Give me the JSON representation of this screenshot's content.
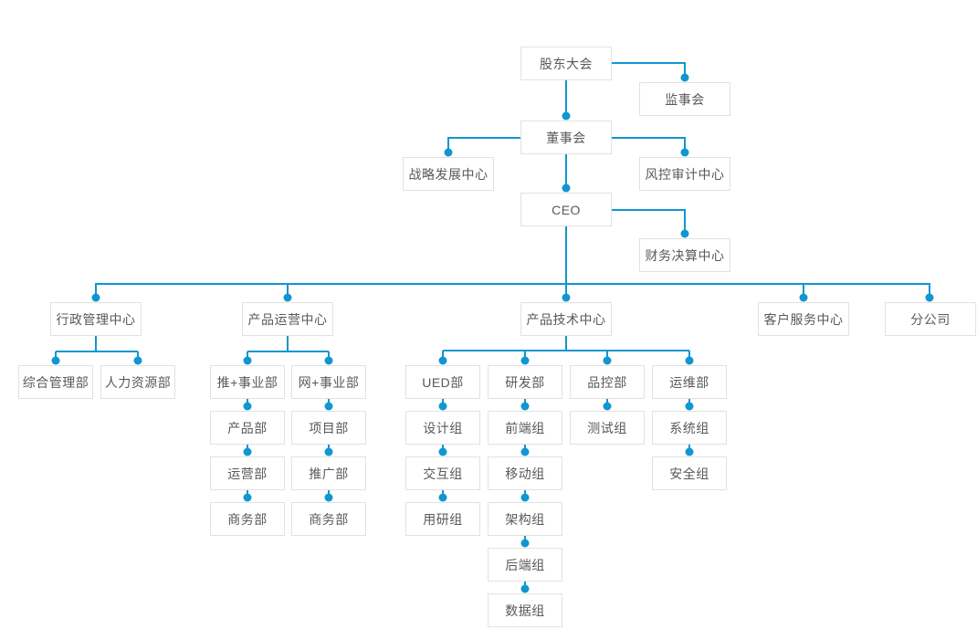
{
  "colors": {
    "accent": "#1096d0",
    "node_border": "#e2e2e2",
    "node_text": "#595959",
    "background": "#ffffff"
  },
  "nodes": {
    "shareholders_meeting": {
      "label": "股东大会"
    },
    "supervisory_board": {
      "label": "监事会"
    },
    "board_of_directors": {
      "label": "董事会"
    },
    "strategy_center": {
      "label": "战略发展中心"
    },
    "risk_audit_center": {
      "label": "风控审计中心"
    },
    "ceo": {
      "label": "CEO"
    },
    "finance_center": {
      "label": "财务决算中心"
    },
    "admin_center": {
      "label": "行政管理中心"
    },
    "product_ops_center": {
      "label": "产品运营中心"
    },
    "product_tech_center": {
      "label": "产品技术中心"
    },
    "customer_service_center": {
      "label": "客户服务中心"
    },
    "branch_company": {
      "label": "分公司"
    },
    "general_mgmt_dept": {
      "label": "综合管理部"
    },
    "hr_dept": {
      "label": "人力资源部"
    },
    "tui_division": {
      "label": "推+事业部"
    },
    "wang_division": {
      "label": "网+事业部"
    },
    "product_dept": {
      "label": "产品部"
    },
    "project_dept": {
      "label": "项目部"
    },
    "operation_dept": {
      "label": "运营部"
    },
    "promotion_dept": {
      "label": "推广部"
    },
    "business_dept_1": {
      "label": "商务部"
    },
    "business_dept_2": {
      "label": "商务部"
    },
    "ued_dept": {
      "label": "UED部"
    },
    "design_team": {
      "label": "设计组"
    },
    "interaction_team": {
      "label": "交互组"
    },
    "user_research_team": {
      "label": "用研组"
    },
    "rd_dept": {
      "label": "研发部"
    },
    "frontend_team": {
      "label": "前端组"
    },
    "mobile_team": {
      "label": "移动组"
    },
    "architecture_team": {
      "label": "架构组"
    },
    "backend_team": {
      "label": "后端组"
    },
    "data_team": {
      "label": "数据组"
    },
    "qc_dept": {
      "label": "品控部"
    },
    "test_team": {
      "label": "测试组"
    },
    "om_dept": {
      "label": "运维部"
    },
    "system_team": {
      "label": "系统组"
    },
    "security_team": {
      "label": "安全组"
    }
  },
  "hierarchy": {
    "shareholders_meeting": {
      "supervisory_board": {},
      "board_of_directors": {
        "strategy_center": {},
        "risk_audit_center": {},
        "ceo": {
          "finance_center": {},
          "admin_center": {
            "general_mgmt_dept": {},
            "hr_dept": {}
          },
          "product_ops_center": {
            "tui_division": {
              "product_dept": {
                "operation_dept": {
                  "business_dept_1": {}
                }
              }
            },
            "wang_division": {
              "project_dept": {
                "promotion_dept": {
                  "business_dept_2": {}
                }
              }
            }
          },
          "product_tech_center": {
            "ued_dept": {
              "design_team": {
                "interaction_team": {
                  "user_research_team": {}
                }
              }
            },
            "rd_dept": {
              "frontend_team": {
                "mobile_team": {
                  "architecture_team": {
                    "backend_team": {
                      "data_team": {}
                    }
                  }
                }
              }
            },
            "qc_dept": {
              "test_team": {}
            },
            "om_dept": {
              "system_team": {
                "security_team": {}
              }
            }
          },
          "customer_service_center": {},
          "branch_company": {}
        }
      }
    }
  }
}
